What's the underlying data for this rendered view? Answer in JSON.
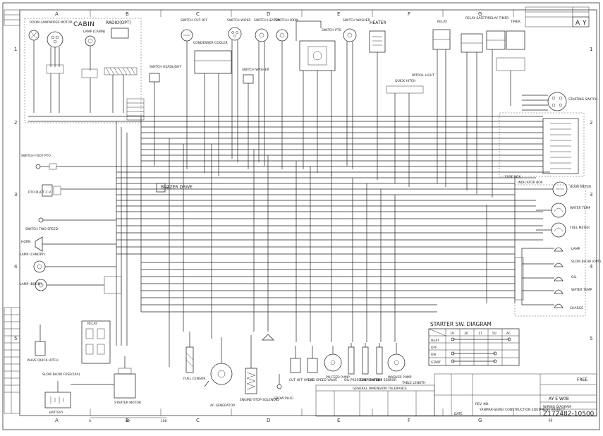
{
  "diagram": {
    "grid_columns": [
      "A",
      "B",
      "C",
      "D",
      "E",
      "F",
      "G",
      "H"
    ],
    "grid_rows": [
      "1",
      "2",
      "3",
      "4",
      "5"
    ],
    "labels": {
      "cabin": "CABIN",
      "radio": "RADIO(OPT)",
      "room_lamp": "ROOM LAMP",
      "wiper_motor": "WIPER MOTOR",
      "lamp_cabin": "LAMP (CABIN)",
      "switch_cutoff": "SWITCH CUT-OFF",
      "condenser_cooler": "CONDENSER COOLER",
      "switch_wiper": "SWITCH WIPER",
      "switch_heater": "SWITCH HEATER",
      "switch_horn": "SWITCH HORN",
      "switch_pto": "SWITCH PTO",
      "switch_washer": "SWITCH WASHER",
      "heater": "HEATER",
      "relay": "RELAY",
      "relay_safety": "RELAY SAFETY",
      "relay_timer": "RELAY TIMER",
      "timer": "TIMER",
      "quick_hitch": "QUICK HITCH",
      "patrol_light": "PATROL LIGHT",
      "starting_switch": "STARTING SWITCH",
      "fuse_box": "FUSE BOX",
      "switch_foot_pto": "SWITCH FOOT PTO",
      "pto_pilot": "PTO PILOT C.V",
      "buzzer_drive": "BUZZER DRIVE",
      "switch_two_speed": "SWITCH TWO SPEED",
      "horn": "HORN",
      "lamp_canopy": "LAMP (CANOPY)",
      "lamp_boom": "LAMP (BOOM)",
      "indicator_box": "INDICATOR BOX",
      "hour_meter": "HOUR METER",
      "water_temp": "WATER TEMP",
      "fuel_meter": "FUEL METER",
      "lamp": "LAMP",
      "slow_blow": "SLOW BLOW (OPT)",
      "oil": "OIL",
      "water_temp2": "WATER TEMP",
      "charge": "CHARGE",
      "relay_left": "RELAY",
      "valve_quick_hitch": "VALVE QUICK HITCH",
      "slow_blow_fuse": "SLOW BLOW FUSE(50A)",
      "battery": "BATTERY",
      "starter_motor": "STARTER MOTOR",
      "fuel_censor": "FUEL CENSOR",
      "ac_generator": "AC GENERATOR",
      "engine_stop_solenoid": "ENGINE-STOP SOLENOID",
      "glow_plug": "GROW PLUG",
      "cut_off_valve": "CUT OFF VALVE",
      "two_speed_valve": "TWO SPEED VALVE",
      "pto_feed_pump": "PO-FEED PUMP",
      "oil_pressure_switch": "OIL PRESSURE SWITCH",
      "temp_switch": "TEMP SWITCH",
      "temp_sensor": "TEMP SENSOR",
      "washer_pump": "WASHER PUMP",
      "switch_headlight": "SWITCH HEADLIGHT",
      "switch_washer2": "SWITCH WASHER"
    },
    "starter_table": {
      "title": "STARTER SW. DIAGRAM",
      "columns": [
        "",
        "19",
        "30",
        "17",
        "50",
        "AC"
      ],
      "rows": [
        "HEAT",
        "OFF",
        "ON",
        "START"
      ]
    },
    "title_block": {
      "tolerance_header": "GENERAL DIMENSION TOLERANCE",
      "table_length": "TABLE LENGTH",
      "company": "YANMAR-SEIREI CONSTRUCTION EQUIPMENT PROJECT",
      "drawing_title": "WIRING DIAGRAM",
      "model": "AY E W08",
      "drawing_number": "Z172482-10500",
      "revision_label": "REV. NO.",
      "scale_value": "FREE",
      "class_code": "A Y",
      "date_label": "DATE"
    },
    "scale_ruler": [
      "0",
      "50",
      "100"
    ]
  }
}
